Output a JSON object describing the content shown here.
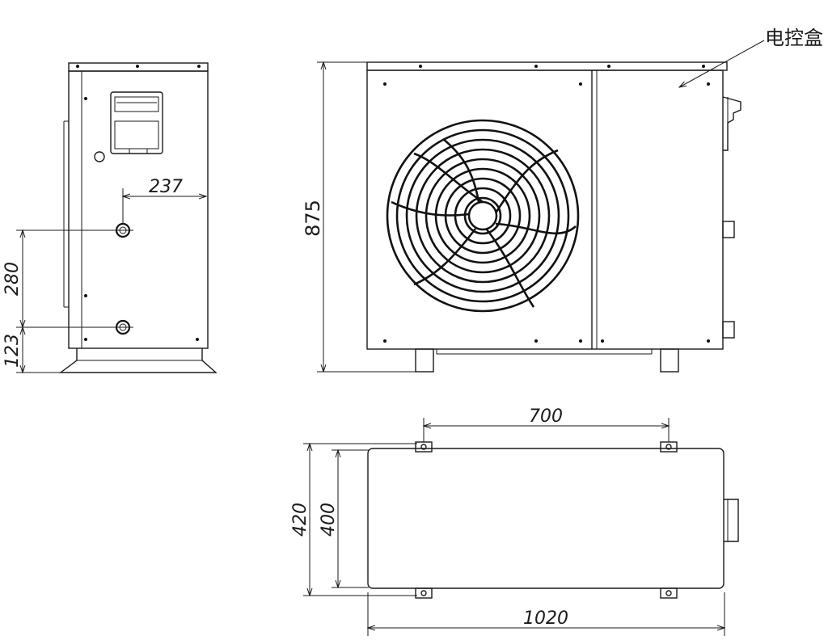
{
  "labels": {
    "control_box": "电控盒"
  },
  "dimensions": {
    "side_pipe_offset": "237",
    "side_pipe_spacing": "280",
    "side_pipe_bottom": "123",
    "front_height": "875",
    "top_bolt_spacing": "700",
    "top_outer_depth": "420",
    "top_inner_depth": "400",
    "top_width": "1020"
  }
}
